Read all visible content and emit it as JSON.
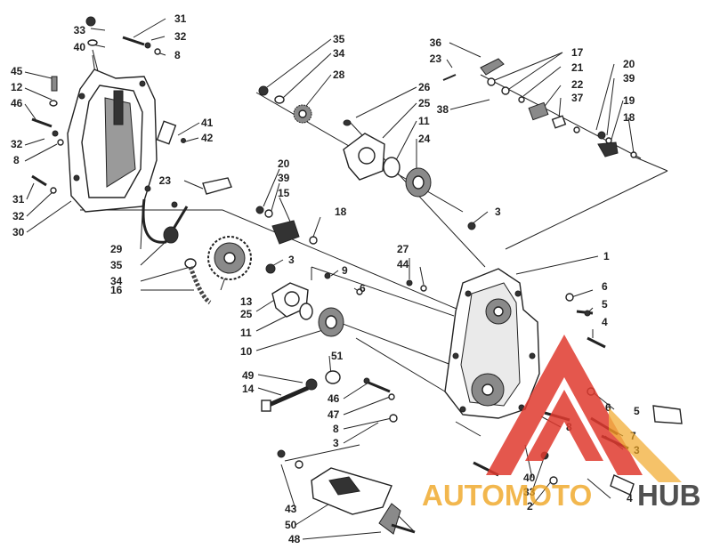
{
  "diagram": {
    "callouts": [
      {
        "id": "c33a",
        "text": "33"
      },
      {
        "id": "c40a",
        "text": "40"
      },
      {
        "id": "c31a",
        "text": "31"
      },
      {
        "id": "c32a",
        "text": "32"
      },
      {
        "id": "c8a",
        "text": "8"
      },
      {
        "id": "c45",
        "text": "45"
      },
      {
        "id": "c12",
        "text": "12"
      },
      {
        "id": "c46a",
        "text": "46"
      },
      {
        "id": "c32b",
        "text": "32"
      },
      {
        "id": "c8b",
        "text": "8"
      },
      {
        "id": "c41",
        "text": "41"
      },
      {
        "id": "c42",
        "text": "42"
      },
      {
        "id": "c31b",
        "text": "31"
      },
      {
        "id": "c32c",
        "text": "32"
      },
      {
        "id": "c30",
        "text": "30"
      },
      {
        "id": "c35a",
        "text": "35"
      },
      {
        "id": "c34a",
        "text": "34"
      },
      {
        "id": "c28",
        "text": "28"
      },
      {
        "id": "c26",
        "text": "26"
      },
      {
        "id": "c25a",
        "text": "25"
      },
      {
        "id": "c11a",
        "text": "11"
      },
      {
        "id": "c24",
        "text": "24"
      },
      {
        "id": "c36",
        "text": "36"
      },
      {
        "id": "c23a",
        "text": "23"
      },
      {
        "id": "c17",
        "text": "17"
      },
      {
        "id": "c21",
        "text": "21"
      },
      {
        "id": "c38",
        "text": "38"
      },
      {
        "id": "c22",
        "text": "22"
      },
      {
        "id": "c37",
        "text": "37"
      },
      {
        "id": "c20a",
        "text": "20"
      },
      {
        "id": "c39a",
        "text": "39"
      },
      {
        "id": "c19",
        "text": "19"
      },
      {
        "id": "c18a",
        "text": "18"
      },
      {
        "id": "c23b",
        "text": "23"
      },
      {
        "id": "c20b",
        "text": "20"
      },
      {
        "id": "c39b",
        "text": "39"
      },
      {
        "id": "c15",
        "text": "15"
      },
      {
        "id": "c18b",
        "text": "18"
      },
      {
        "id": "c3a",
        "text": "3"
      },
      {
        "id": "c27",
        "text": "27"
      },
      {
        "id": "c44",
        "text": "44"
      },
      {
        "id": "c1",
        "text": "1"
      },
      {
        "id": "c29",
        "text": "29"
      },
      {
        "id": "c35b",
        "text": "35"
      },
      {
        "id": "c34b",
        "text": "34"
      },
      {
        "id": "c16",
        "text": "16"
      },
      {
        "id": "c3b",
        "text": "3"
      },
      {
        "id": "c9",
        "text": "9"
      },
      {
        "id": "c6a",
        "text": "6"
      },
      {
        "id": "c6b",
        "text": "6"
      },
      {
        "id": "c5a",
        "text": "5"
      },
      {
        "id": "c13",
        "text": "13"
      },
      {
        "id": "c25b",
        "text": "25"
      },
      {
        "id": "c11b",
        "text": "11"
      },
      {
        "id": "c10",
        "text": "10"
      },
      {
        "id": "c4a",
        "text": "4"
      },
      {
        "id": "c51",
        "text": "51"
      },
      {
        "id": "c49",
        "text": "49"
      },
      {
        "id": "c14",
        "text": "14"
      },
      {
        "id": "c46b",
        "text": "46"
      },
      {
        "id": "c47",
        "text": "47"
      },
      {
        "id": "c8c",
        "text": "8"
      },
      {
        "id": "c3c",
        "text": "3"
      },
      {
        "id": "c6c",
        "text": "6"
      },
      {
        "id": "c5b",
        "text": "5"
      },
      {
        "id": "c8d",
        "text": "8"
      },
      {
        "id": "c7",
        "text": "7"
      },
      {
        "id": "c3d",
        "text": "3"
      },
      {
        "id": "c43",
        "text": "43"
      },
      {
        "id": "c40b",
        "text": "40"
      },
      {
        "id": "c33b",
        "text": "33"
      },
      {
        "id": "c2",
        "text": "2"
      },
      {
        "id": "c4b",
        "text": "4"
      },
      {
        "id": "c50",
        "text": "50"
      },
      {
        "id": "c48",
        "text": "48"
      }
    ]
  },
  "watermark": {
    "text_part1": "AUTOMOTO",
    "text_part2": "HUB",
    "color_primary": "#e03a2f",
    "color_secondary": "#f0a623"
  }
}
